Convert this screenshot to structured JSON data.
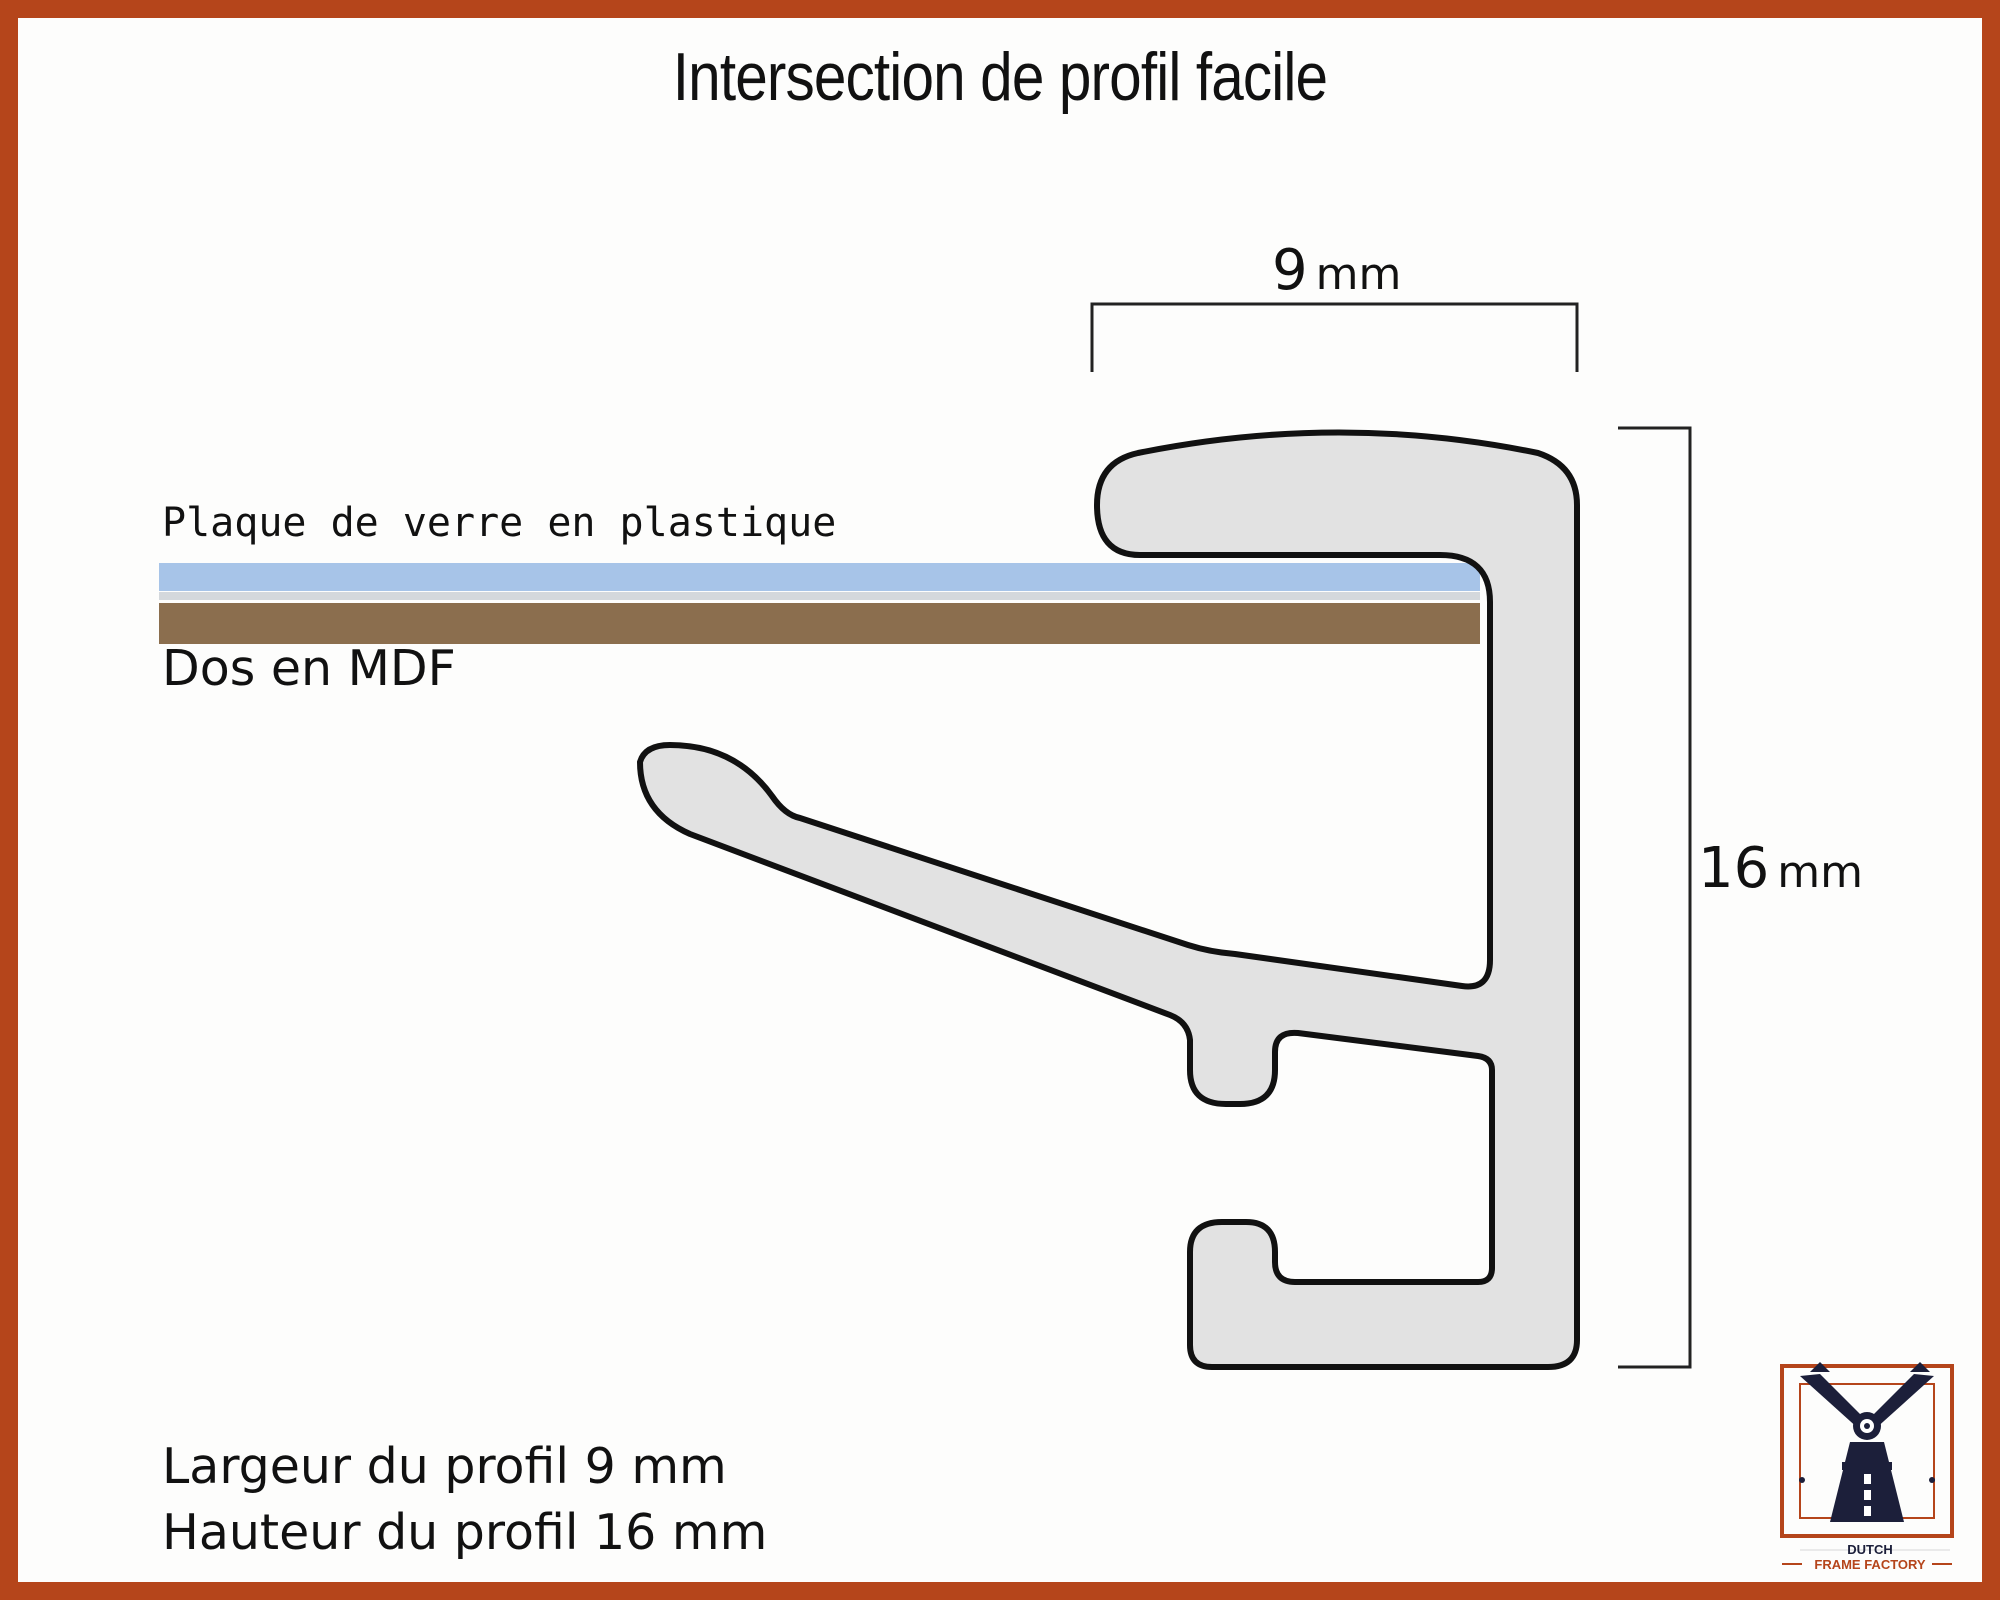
{
  "title": "Intersection de profil facile",
  "labels": {
    "glass": "Plaque de verre en plastique",
    "mdf": "Dos en MDF"
  },
  "dimensions": {
    "width": {
      "value": "9",
      "unit": "mm"
    },
    "height": {
      "value": "16",
      "unit": "mm"
    }
  },
  "captions": {
    "width": "Largeur du profil 9 mm",
    "height": "Hauteur du profil 16 mm"
  },
  "logo": {
    "line1": "DUTCH",
    "line2": "FRAME FACTORY"
  },
  "colors": {
    "border": "#b5451b",
    "glass": "#a7c4e8",
    "mdf": "#8b6e4e",
    "profile_fill": "#e2e2e2",
    "logo_navy": "#1c1f3a"
  }
}
